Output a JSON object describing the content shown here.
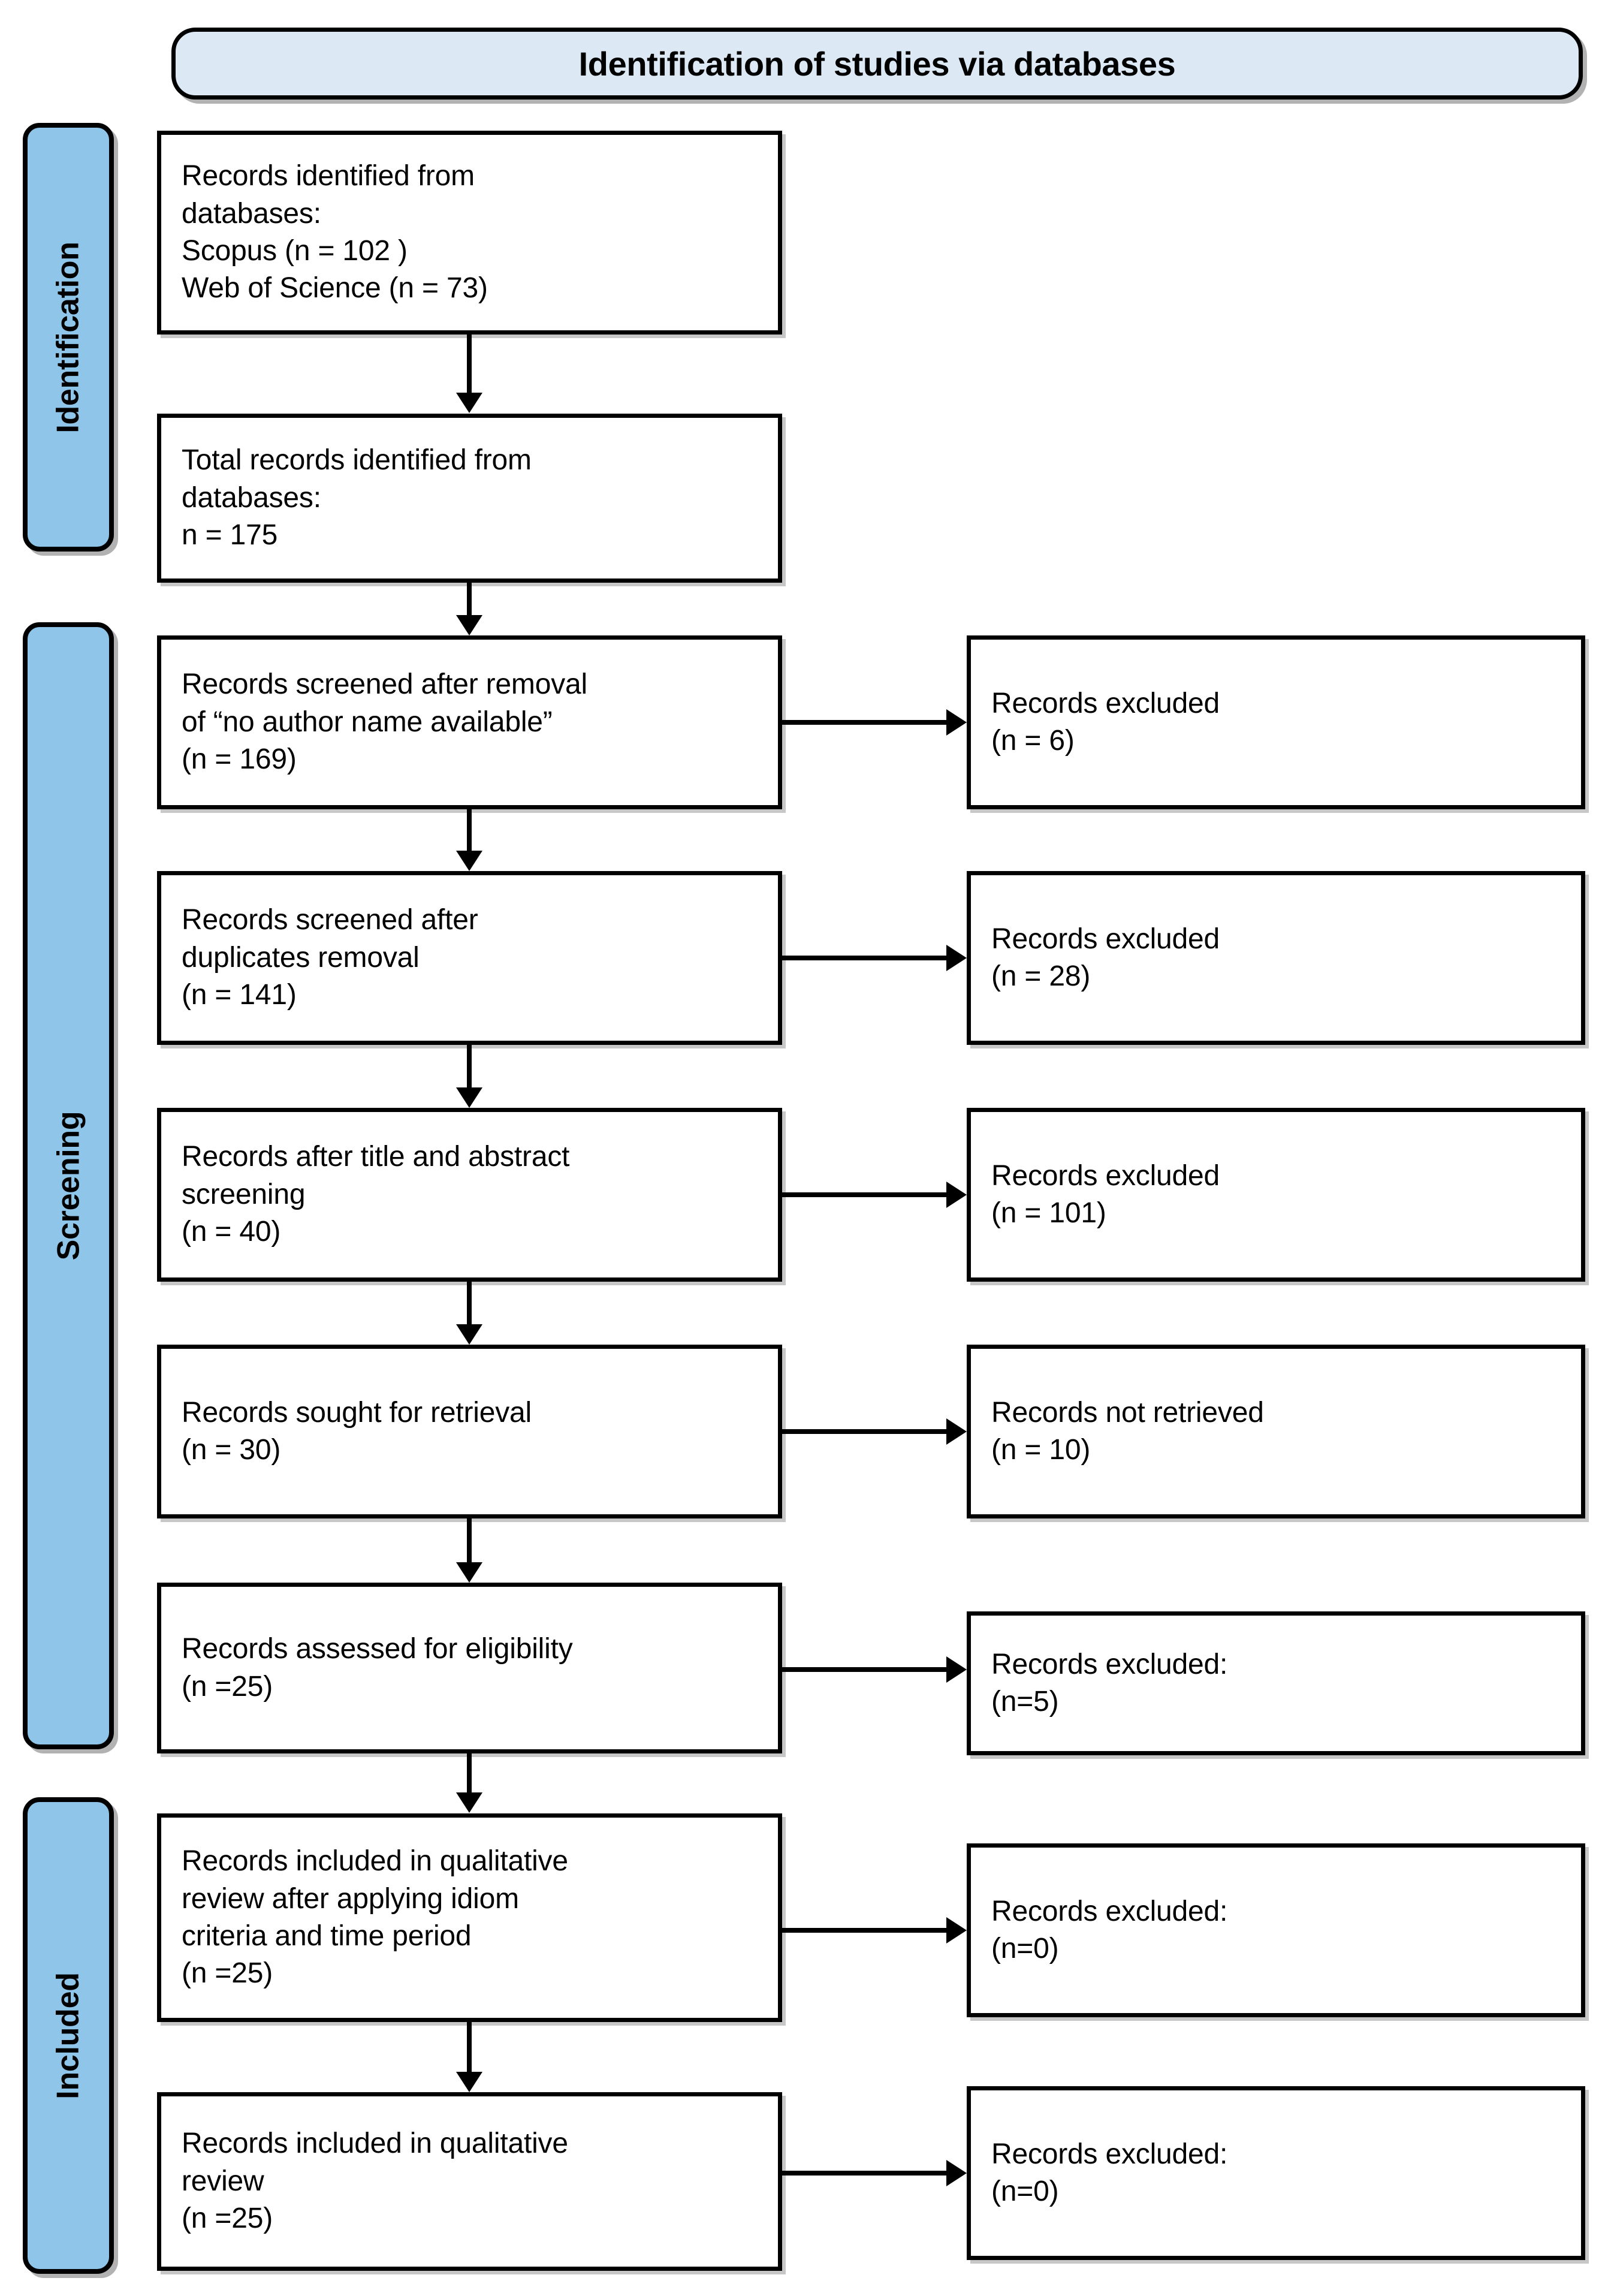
{
  "diagram": {
    "type": "prisma-flow-diagram",
    "banner": {
      "label": "Identification of studies via databases"
    },
    "stages": [
      {
        "id": "identification",
        "label": "Identification"
      },
      {
        "id": "screening",
        "label": "Screening"
      },
      {
        "id": "included",
        "label": "Included"
      }
    ],
    "main_boxes": [
      {
        "id": "records-identified",
        "text": "Records identified from\ndatabases:\nScopus (n = 102 )\nWeb of Science (n = 73)"
      },
      {
        "id": "total-records-identified",
        "text": "Total records identified from\ndatabases:\nn = 175"
      },
      {
        "id": "records-screened-no-author",
        "text": "Records screened after removal\nof “no author name available”\n(n = 169)"
      },
      {
        "id": "records-screened-duplicates",
        "text": "Records screened after\nduplicates removal\n(n = 141)"
      },
      {
        "id": "records-title-abstract",
        "text": "Records after title and abstract\nscreening\n(n = 40)"
      },
      {
        "id": "records-sought-retrieval",
        "text": "Records sought for retrieval\n(n = 30)"
      },
      {
        "id": "records-assessed-eligibility",
        "text": "Records assessed for eligibility\n(n =25)"
      },
      {
        "id": "records-included-idiom",
        "text": "Records included in qualitative\nreview after applying idiom\ncriteria and time period\n(n =25)"
      },
      {
        "id": "records-included-review",
        "text": "Records included in qualitative\nreview\n(n =25)"
      }
    ],
    "side_boxes": [
      {
        "id": "excluded-6",
        "text": "Records excluded\n(n = 6)"
      },
      {
        "id": "excluded-28",
        "text": "Records excluded\n(n = 28)"
      },
      {
        "id": "excluded-101",
        "text": "Records excluded\n(n = 101)"
      },
      {
        "id": "not-retrieved-10",
        "text": "Records not retrieved\n(n = 10)"
      },
      {
        "id": "excluded-5",
        "text": "Records excluded:\n(n=5)"
      },
      {
        "id": "excluded-0-a",
        "text": "Records excluded:\n(n=0)"
      },
      {
        "id": "excluded-0-b",
        "text": "Records excluded:\n(n=0)"
      }
    ],
    "colors": {
      "banner_fill": "#dce9f5",
      "stage_bar_fill": "#8ec5e8",
      "box_fill": "#ffffff",
      "stroke": "#000000"
    },
    "counts": {
      "scopus": 102,
      "web_of_science": 73,
      "total_identified": 175,
      "screened_after_no_author_removal": 169,
      "excluded_no_author": 6,
      "screened_after_duplicates": 141,
      "excluded_duplicates": 28,
      "after_title_abstract": 40,
      "excluded_title_abstract": 101,
      "sought_for_retrieval": 30,
      "not_retrieved": 10,
      "assessed_for_eligibility": 25,
      "excluded_eligibility": 5,
      "included_idiom_criteria": 25,
      "excluded_idiom": 0,
      "included_qualitative_review": 25,
      "excluded_final": 0
    }
  }
}
